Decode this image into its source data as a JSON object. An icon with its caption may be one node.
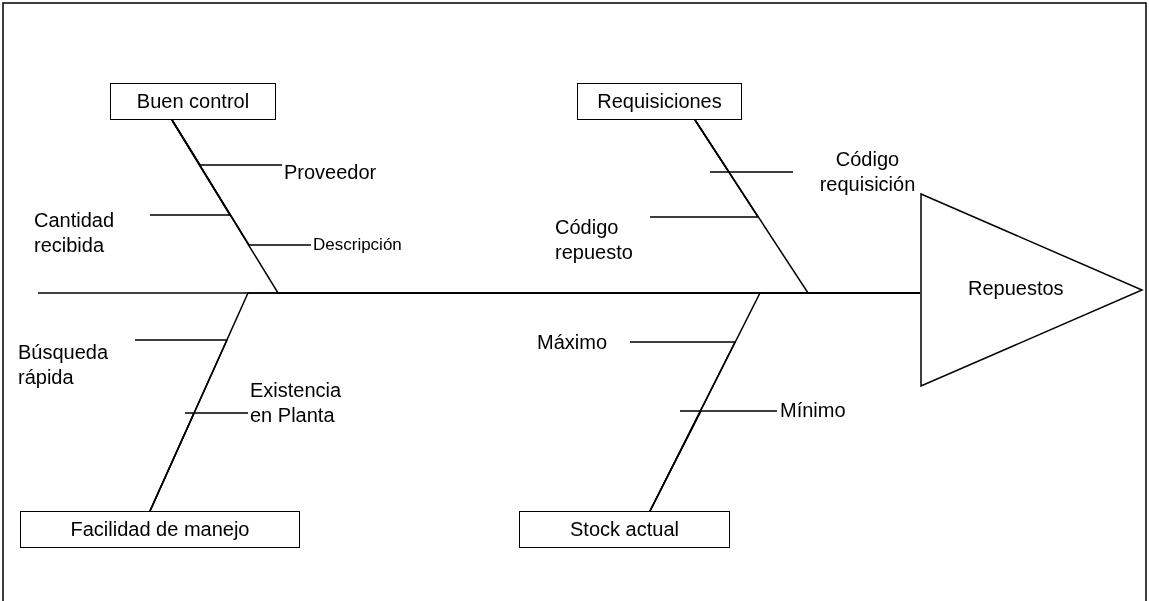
{
  "diagram": {
    "nodes": [
      {
        "text": [
          "Buen control"
        ]
      },
      {
        "text": [
          "Requisiciones"
        ]
      },
      {
        "text": [
          "Proveedor"
        ]
      },
      {
        "text": [
          "Código requisición"
        ]
      },
      {
        "text": [
          "Cantidad recibida"
        ]
      },
      {
        "text": [
          "Código repuesto"
        ]
      },
      {
        "text": [
          "Descripción"
        ]
      },
      {
        "text": [
          "Repuestos"
        ]
      },
      {
        "text": [
          "Búsqueda rápida"
        ]
      },
      {
        "text": [
          "Máximo"
        ]
      },
      {
        "text": [
          "Existencia en Planta"
        ]
      },
      {
        "text": [
          "Mínimo"
        ]
      },
      {
        "text": [
          "Facilidad de manejo"
        ]
      },
      {
        "text": [
          "Stock actual"
        ]
      }
    ],
    "edges": [
      {
        "from": null,
        "to": 7,
        "arrow": "none"
      },
      {
        "from": 0,
        "to": 7,
        "arrow": "none"
      },
      {
        "from": 1,
        "to": 7,
        "arrow": "none"
      },
      {
        "from": 12,
        "to": 7,
        "arrow": "none"
      },
      {
        "from": 13,
        "to": 7,
        "arrow": "none"
      },
      {
        "from": 2,
        "to": 0,
        "arrow": "none"
      },
      {
        "from": 4,
        "to": 0,
        "arrow": "none"
      },
      {
        "from": 6,
        "to": 0,
        "arrow": "none"
      },
      {
        "from": 3,
        "to": 1,
        "arrow": "none"
      },
      {
        "from": 5,
        "to": 1,
        "arrow": "none"
      },
      {
        "from": 8,
        "to": 12,
        "arrow": "none"
      },
      {
        "from": 10,
        "to": 12,
        "arrow": "none"
      },
      {
        "from": 9,
        "to": 13,
        "arrow": "none"
      },
      {
        "from": 11,
        "to": 13,
        "arrow": "none"
      }
    ]
  }
}
